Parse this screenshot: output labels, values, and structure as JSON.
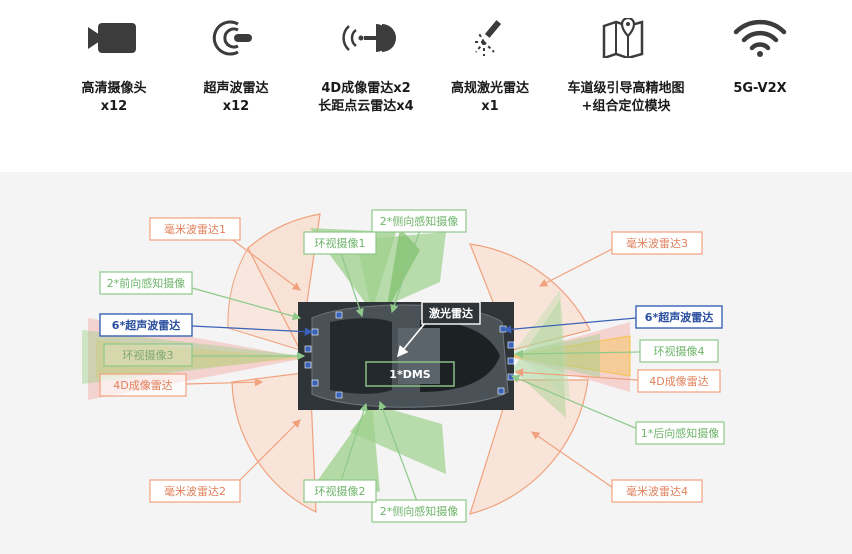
{
  "features": [
    {
      "icon": "camera-icon",
      "line1": "高清摄像头",
      "line2": "x12"
    },
    {
      "icon": "ultrasonic-icon",
      "line1": "超声波雷达",
      "line2": "x12"
    },
    {
      "icon": "radar-dish-icon",
      "line1": "4D成像雷达x2",
      "line2": "长距点云雷达x4"
    },
    {
      "icon": "lidar-icon",
      "line1": "高规激光雷达",
      "line2": "x1"
    },
    {
      "icon": "map-icon",
      "line1": "车道级引导高精地图",
      "line2": "+组合定位模块"
    },
    {
      "icon": "wifi-icon",
      "line1": "5G-V2X",
      "line2": ""
    }
  ],
  "labels": {
    "mmw1": "毫米波雷达1",
    "mmw2": "毫米波雷达2",
    "mmw3": "毫米波雷达3",
    "mmw4": "毫米波雷达4",
    "side_top": "2*侧向感知摄像",
    "side_bottom": "2*侧向感知摄像",
    "surround1": "环视摄像1",
    "surround2": "环视摄像2",
    "surround3": "环视摄像3",
    "surround4": "环视摄像4",
    "front_cam": "2*前向感知摄像",
    "ultra_left": "6*超声波雷达",
    "ultra_right": "6*超声波雷达",
    "radar4d_left": "4D成像雷达",
    "radar4d_right": "4D成像雷达",
    "lidar": "激光雷达",
    "dms": "1*DMS",
    "rear_cam": "1*后向感知摄像"
  },
  "colors": {
    "orange": "#f0a27e",
    "orange_fill": "#fbd8c6",
    "green": "#8ec98a",
    "green_fill": "#9ed08b",
    "blue": "#3a62b7",
    "yellow": "#f6c451",
    "pink": "#f4b6b0"
  }
}
